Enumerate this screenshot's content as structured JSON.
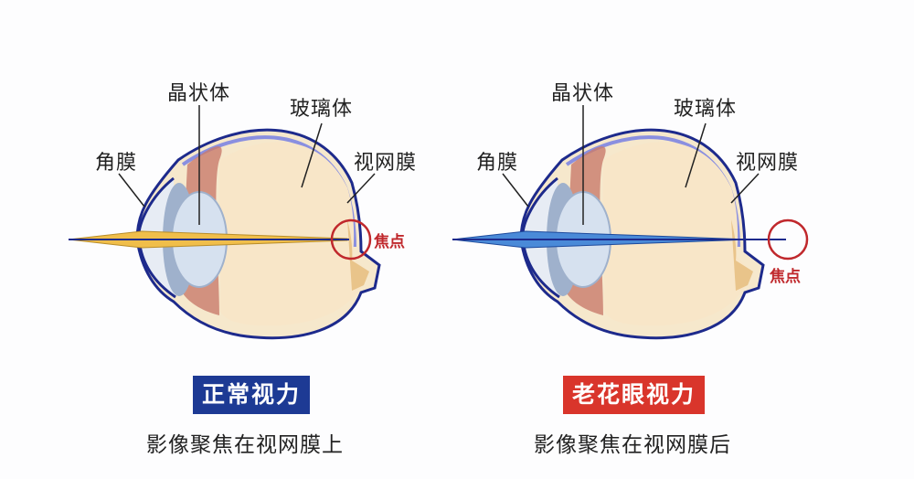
{
  "left": {
    "labels": {
      "lens": "晶状体",
      "vitreous": "玻璃体",
      "cornea": "角膜",
      "retina": "视网膜",
      "focus": "焦点"
    },
    "badge": "正常视力",
    "caption": "影像聚焦在视网膜上",
    "colors": {
      "badge": "#1d3a94",
      "ray": "#f0be4a",
      "focus_circle": "#c0282c"
    }
  },
  "right": {
    "labels": {
      "lens": "晶状体",
      "vitreous": "玻璃体",
      "cornea": "角膜",
      "retina": "视网膜",
      "focus": "焦点"
    },
    "badge": "老花眼视力",
    "caption": "影像聚焦在视网膜后",
    "colors": {
      "badge": "#d9352b",
      "ray": "#4a8ad8",
      "focus_circle": "#c0282c"
    }
  }
}
